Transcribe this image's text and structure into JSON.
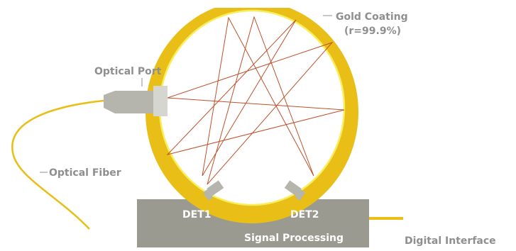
{
  "labels": {
    "gold_coating": "Gold Coating",
    "reflectance": "(r=99.9%)",
    "optical_port": "Optical Port",
    "optical_fiber": "Optical Fiber",
    "det1": "DET1",
    "det2": "DET2",
    "signal_processing": "Signal Processing",
    "digital_interface": "Digital Interface"
  },
  "colors": {
    "gold": "#E8BE17",
    "inner_glow": "#F7EE5A",
    "beam": "#C0502A",
    "box": "#9A9A90",
    "label_gray": "#8F8F8F",
    "port": "#B5B5AE",
    "port_light": "#D6D6D0"
  }
}
